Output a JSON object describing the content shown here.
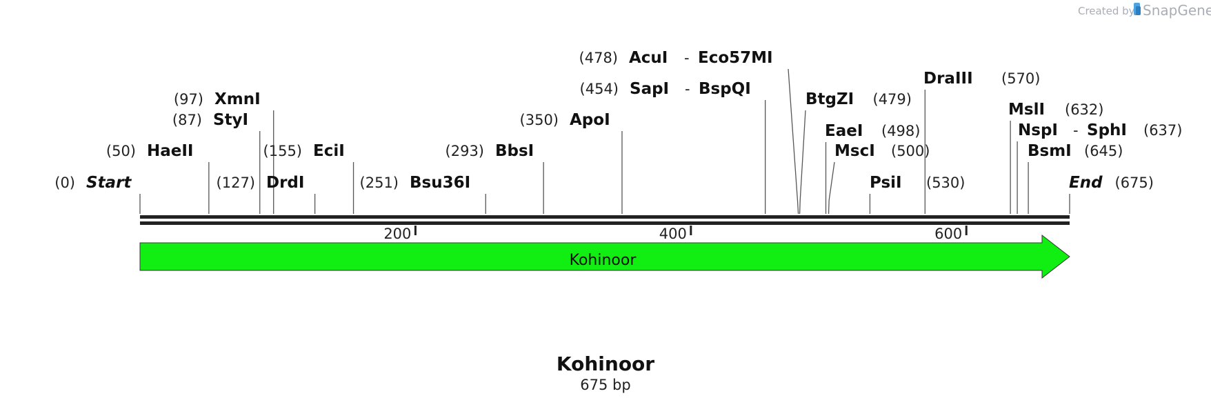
{
  "branding": {
    "prefix": "Created by",
    "name": "SnapGene",
    "icon": "snapgene-logo-icon"
  },
  "sequence": {
    "name": "Kohinoor",
    "length_label": "675 bp",
    "length": 675
  },
  "ruler": {
    "ticks": [
      {
        "pos": 200,
        "label": "200"
      },
      {
        "pos": 400,
        "label": "400"
      },
      {
        "pos": 600,
        "label": "600"
      }
    ]
  },
  "feature": {
    "label": "Kohinoor",
    "color": "#11ee11",
    "start": 0,
    "end": 675,
    "direction": "forward"
  },
  "sites": [
    {
      "pos": 0,
      "pos_label": "(0)",
      "name": "Start",
      "italic": true
    },
    {
      "pos": 50,
      "pos_label": "(50)",
      "name": "HaeII"
    },
    {
      "pos": 87,
      "pos_label": "(87)",
      "name": "StyI"
    },
    {
      "pos": 97,
      "pos_label": "(97)",
      "name": "XmnI"
    },
    {
      "pos": 127,
      "pos_label": "(127)",
      "name": "DrdI"
    },
    {
      "pos": 155,
      "pos_label": "(155)",
      "name": "EciI"
    },
    {
      "pos": 251,
      "pos_label": "(251)",
      "name": "Bsu36I"
    },
    {
      "pos": 293,
      "pos_label": "(293)",
      "name": "BbsI"
    },
    {
      "pos": 350,
      "pos_label": "(350)",
      "name": "ApoI"
    },
    {
      "pos": 454,
      "pos_label": "(454)",
      "name": "SapI",
      "sep": "-",
      "alt": "BspQI"
    },
    {
      "pos": 478,
      "pos_label": "(478)",
      "name": "AcuI",
      "sep": "-",
      "alt": "Eco57MI"
    },
    {
      "pos": 479,
      "pos_label": "(479)",
      "name": "BtgZI"
    },
    {
      "pos": 498,
      "pos_label": "(498)",
      "name": "EaeI"
    },
    {
      "pos": 500,
      "pos_label": "(500)",
      "name": "MscI"
    },
    {
      "pos": 530,
      "pos_label": "(530)",
      "name": "PsiI"
    },
    {
      "pos": 570,
      "pos_label": "(570)",
      "name": "DraIII"
    },
    {
      "pos": 632,
      "pos_label": "(632)",
      "name": "MslI"
    },
    {
      "pos": 637,
      "pos_label": "(637)",
      "name": "NspI",
      "sep": "-",
      "alt": "SphI"
    },
    {
      "pos": 645,
      "pos_label": "(645)",
      "name": "BsmI"
    },
    {
      "pos": 675,
      "pos_label": "(675)",
      "name": "End",
      "italic": true
    }
  ]
}
